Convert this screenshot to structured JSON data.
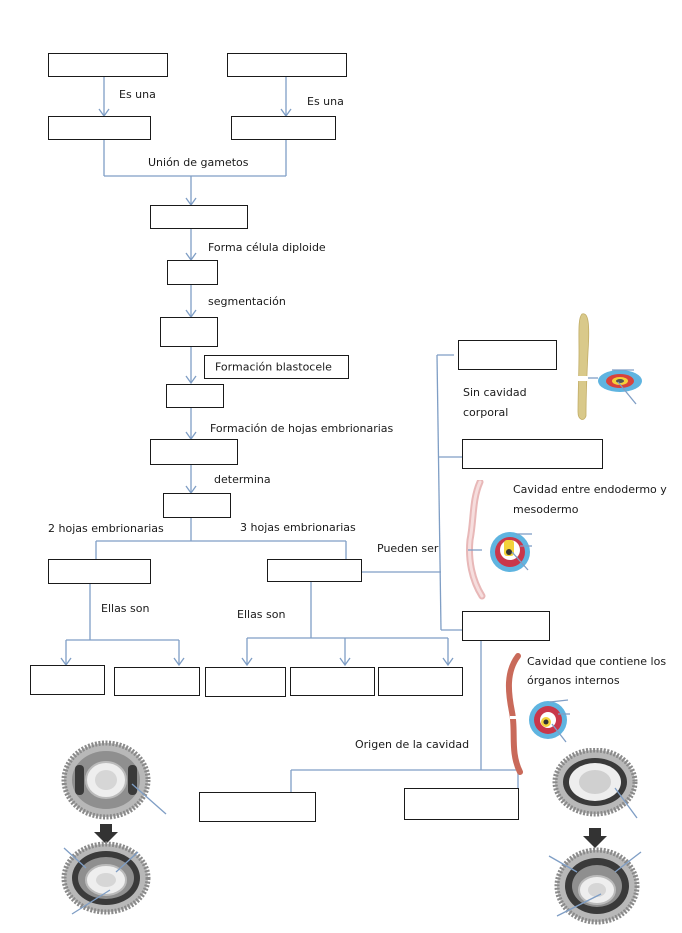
{
  "diagram": {
    "title": "",
    "line_color": "#7f9ec5",
    "boxes": {
      "gamete_source_left": "",
      "gamete_source_right": "",
      "gamete_left": "",
      "gamete_right": "",
      "zygote": "",
      "stage_after_diploid": "",
      "stage_after_segmentation": "",
      "blastocele_box": "Formación blastocele",
      "blastula": "",
      "gastrula": "",
      "determined": "",
      "diblastic": "",
      "triblastic": "",
      "diblastic_layer_1": "",
      "diblastic_layer_2": "",
      "triblastic_layer_1": "",
      "triblastic_layer_2": "",
      "triblastic_layer_3": "",
      "acoelomate": "",
      "pseudocoelomate": "",
      "coelomate": "",
      "origin_left": "",
      "origin_right": ""
    },
    "labels": {
      "es_una_left": "Es una",
      "es_una_right": "Es una",
      "union_gametos": "Unión de gametos",
      "forma_celula": "Forma célula diploide",
      "segmentacion": "segmentación",
      "formacion_hojas": "Formación de hojas embrionarias",
      "determina": "determina",
      "dos_hojas": "2 hojas embrionarias",
      "tres_hojas": "3 hojas embrionarias",
      "ellas_son_left": "Ellas son",
      "ellas_son_right": "Ellas son",
      "pueden_ser": "Pueden ser",
      "sin_cavidad": "Sin cavidad corporal",
      "cavidad_endo_meso": "Cavidad entre endodermo y mesodermo",
      "cavidad_organos": "Cavidad que contiene los órganos internos",
      "origen_cavidad": "Origen de la cavidad"
    },
    "illustrations": [
      {
        "name": "flatworm-acoelomate-illustration",
        "colors": [
          "#d9c98a",
          "#5fb4e0",
          "#d8433c",
          "#f3d23a"
        ]
      },
      {
        "name": "roundworm-pseudocoelomate-illustration",
        "colors": [
          "#e8b8b8",
          "#5fb4e0",
          "#c9374a",
          "#f3d23a"
        ]
      },
      {
        "name": "earthworm-coelomate-illustration",
        "colors": [
          "#c96a5a",
          "#5fb4e0",
          "#c9374a",
          "#f3d23a"
        ]
      },
      {
        "name": "schizocoely-embryo-illustration",
        "colors": [
          "#7a7a7a",
          "#3a3a3a",
          "#e6e6e6"
        ]
      },
      {
        "name": "enterocoely-embryo-illustration",
        "colors": [
          "#7a7a7a",
          "#3a3a3a",
          "#e6e6e6"
        ]
      }
    ]
  }
}
